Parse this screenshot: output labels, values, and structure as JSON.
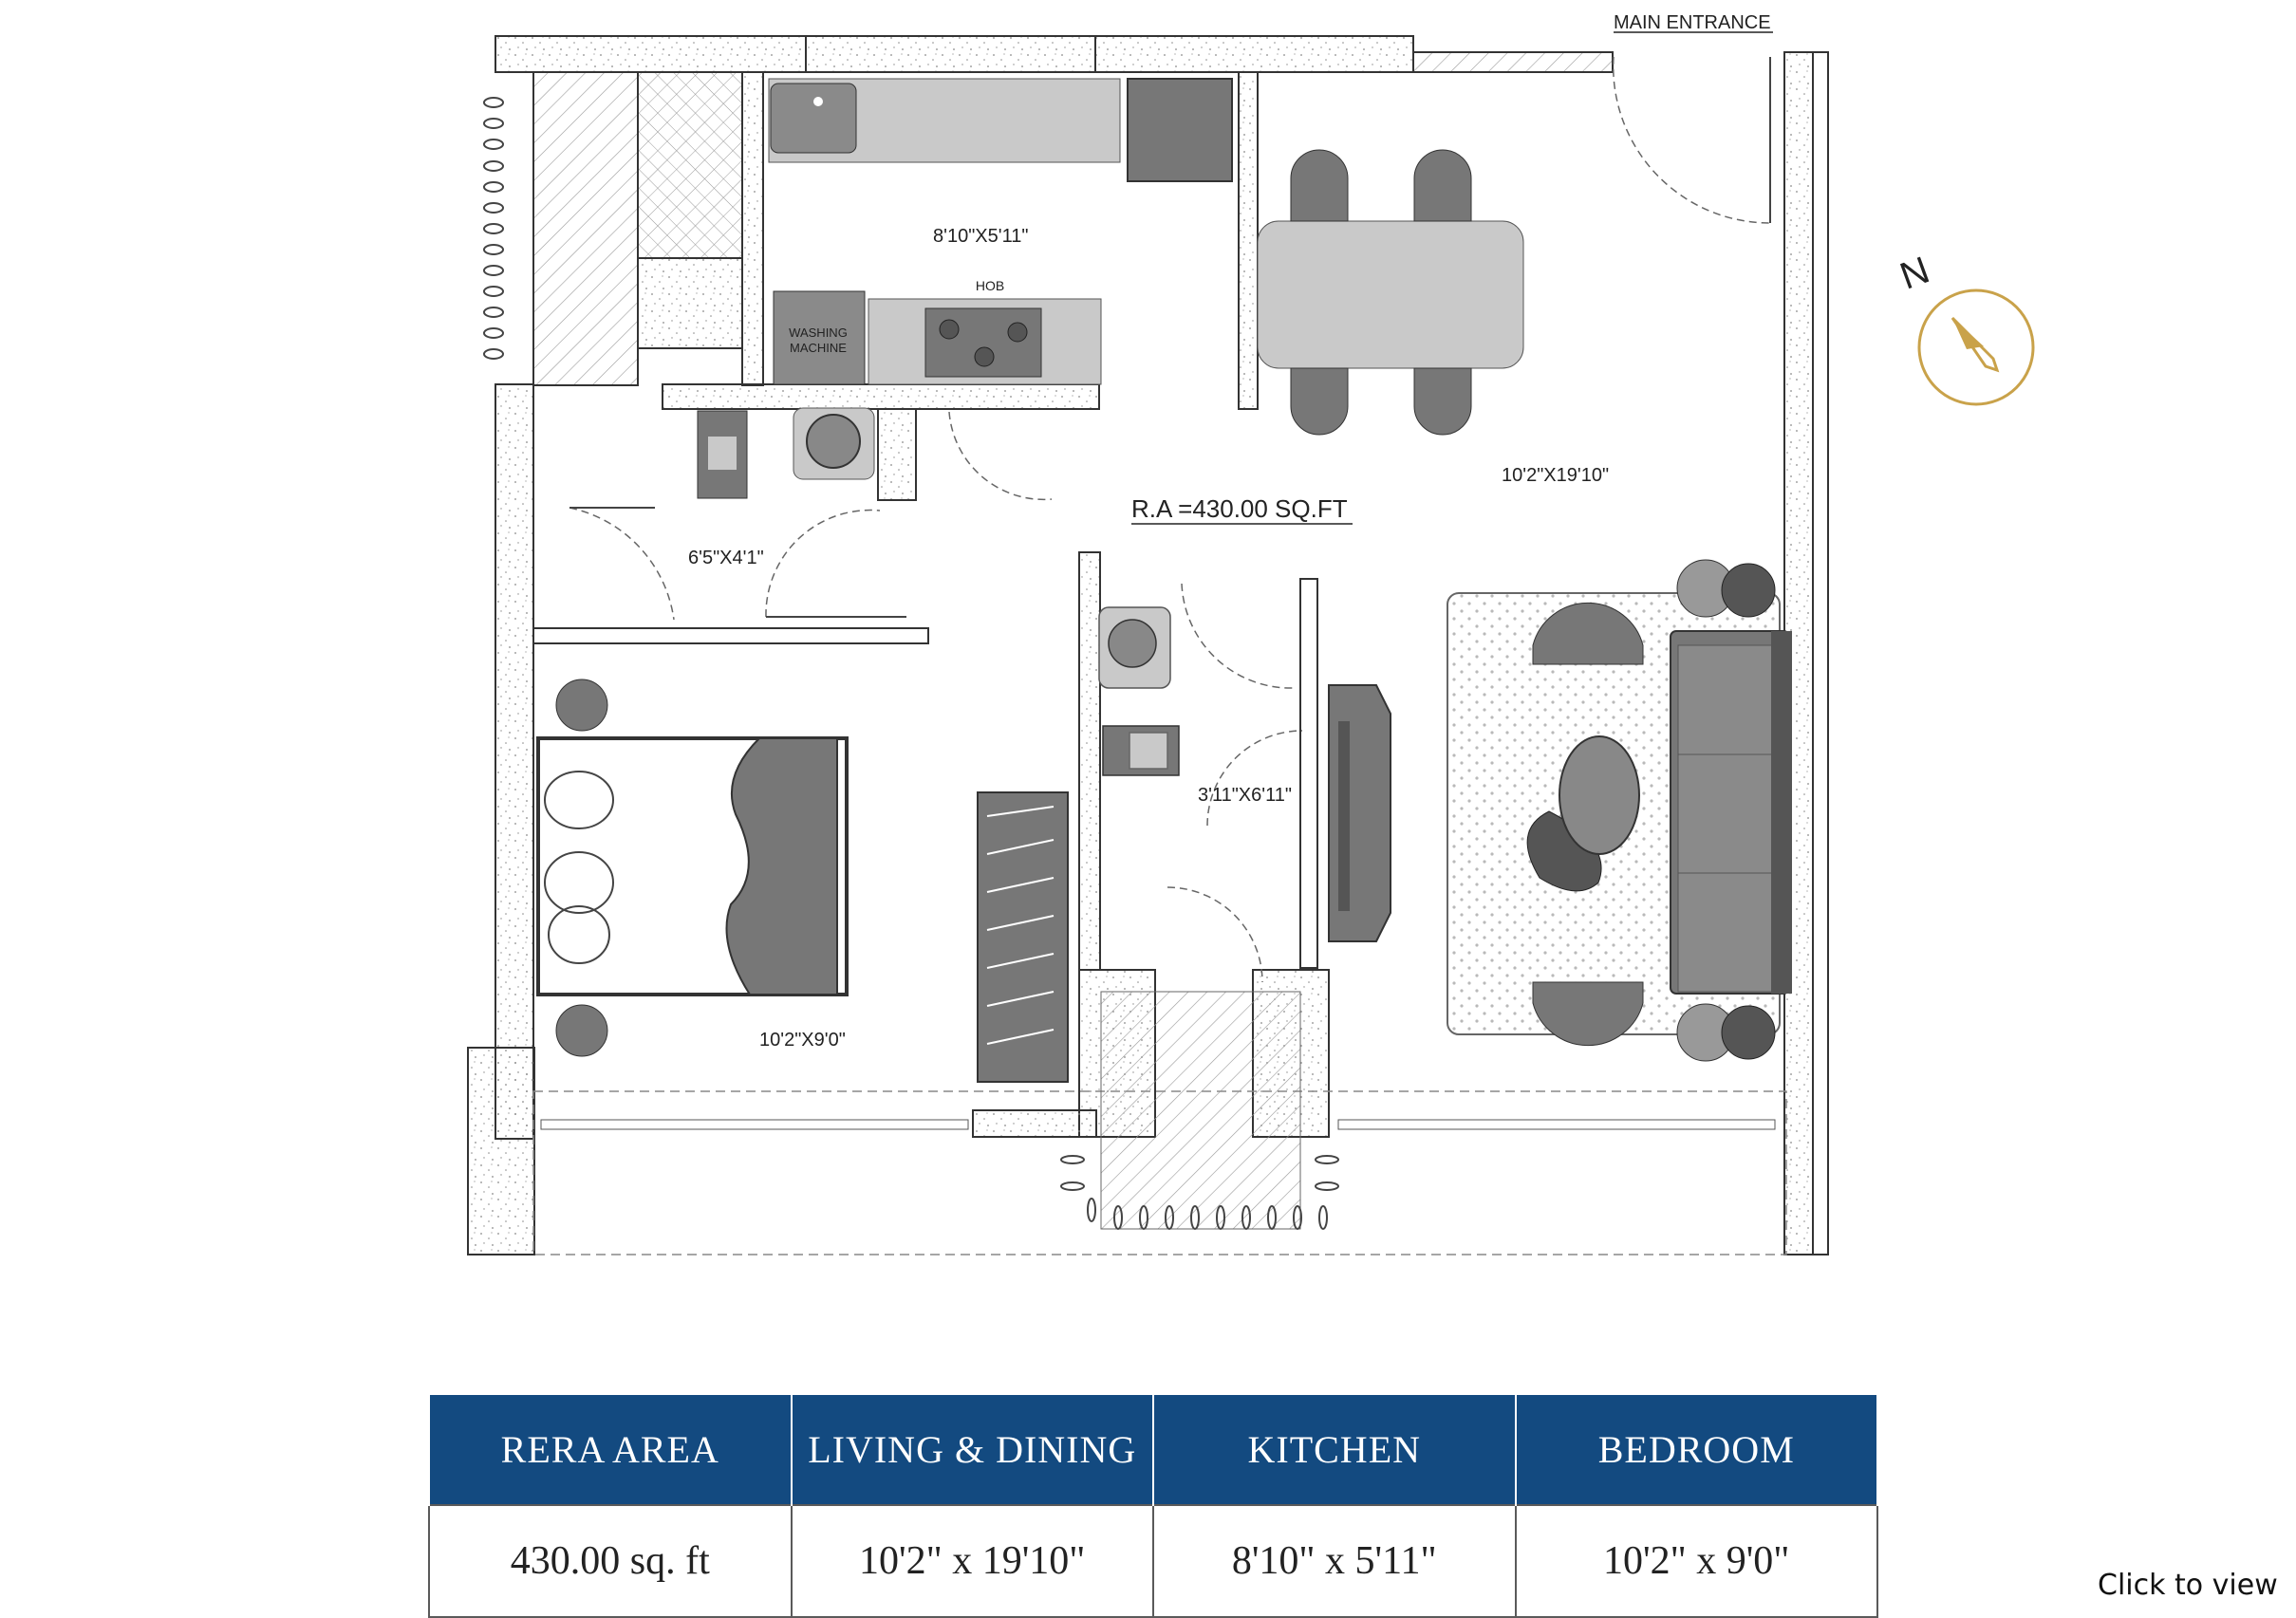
{
  "plan": {
    "main_entrance": "MAIN ENTRANCE",
    "rera_label": "R.A =430.00 SQ.FT",
    "hob": "HOB",
    "washing_machine": [
      "WASHING",
      "MACHINE"
    ],
    "room_dims": {
      "kitchen": "8'10\"X5'11\"",
      "living": "10'2\"X19'10\"",
      "bath_common": "6'5\"X4'1\"",
      "bath_master": "3'11\"X6'11\"",
      "bedroom": "10'2\"X9'0\""
    },
    "compass": {
      "letter": "N",
      "color": "#c9a24a"
    }
  },
  "table": {
    "header_color": "#134a80",
    "headers": [
      "RERA AREA",
      "LIVING & DINING",
      "KITCHEN",
      "BEDROOM"
    ],
    "values": [
      "430.00 sq. ft",
      "10'2\" x 19'10\"",
      "8'10\" x 5'11\"",
      "10'2\" x 9'0\""
    ]
  },
  "click_to_view": "Click to view"
}
